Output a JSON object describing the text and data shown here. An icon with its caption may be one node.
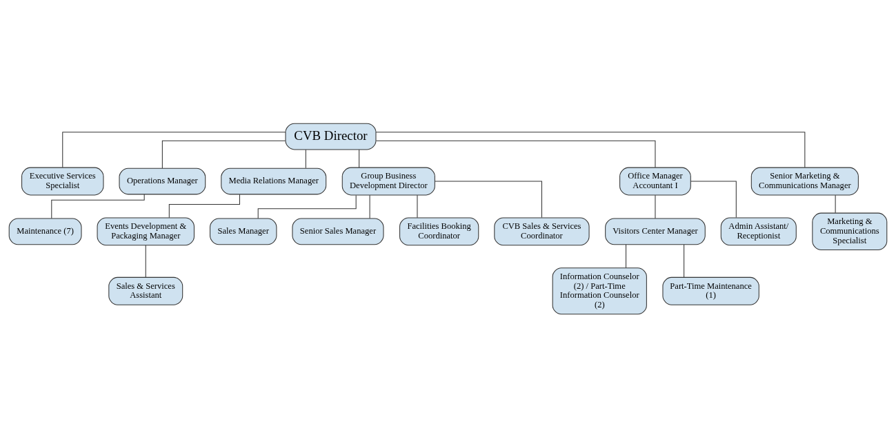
{
  "diagram": {
    "nodes": [
      {
        "text": [
          "CVB Director"
        ]
      },
      {
        "text": [
          "Executive Services Specialist"
        ]
      },
      {
        "text": [
          "Operations Manager"
        ]
      },
      {
        "text": [
          "Maintenance (7)"
        ]
      },
      {
        "text": [
          "Media Relations Manager"
        ]
      },
      {
        "text": [
          "Events Development & Packaging Manager"
        ]
      },
      {
        "text": [
          "Sales & Services Assistant"
        ]
      },
      {
        "text": [
          "Group Business Development Director"
        ]
      },
      {
        "text": [
          "Sales Manager"
        ]
      },
      {
        "text": [
          "Senior Sales Manager"
        ]
      },
      {
        "text": [
          "Facilities Booking Coordinator"
        ]
      },
      {
        "text": [
          "CVB Sales & Services Coordinator"
        ]
      },
      {
        "text": [
          "Office Manager Accountant I"
        ]
      },
      {
        "text": [
          "Visitors Center Manager"
        ]
      },
      {
        "text": [
          "Admin Assistant/ Receptionist"
        ]
      },
      {
        "text": [
          "Information Counselor (2) / Part-Time Information Counselor (2)"
        ]
      },
      {
        "text": [
          "Part-Time Maintenance (1)"
        ]
      },
      {
        "text": [
          "Senior Marketing & Communications Manager"
        ]
      },
      {
        "text": [
          "Marketing & Communications Specialist"
        ]
      }
    ],
    "edges": [
      {
        "from": 0,
        "to": 1,
        "arrow": "none"
      },
      {
        "from": 0,
        "to": 2,
        "arrow": "none"
      },
      {
        "from": 0,
        "to": 4,
        "arrow": "none"
      },
      {
        "from": 0,
        "to": 7,
        "arrow": "none"
      },
      {
        "from": 0,
        "to": 12,
        "arrow": "none"
      },
      {
        "from": 0,
        "to": 17,
        "arrow": "none"
      },
      {
        "from": 2,
        "to": 3,
        "arrow": "none"
      },
      {
        "from": 4,
        "to": 5,
        "arrow": "none"
      },
      {
        "from": 5,
        "to": 6,
        "arrow": "none"
      },
      {
        "from": 7,
        "to": 8,
        "arrow": "none"
      },
      {
        "from": 7,
        "to": 9,
        "arrow": "none"
      },
      {
        "from": 7,
        "to": 10,
        "arrow": "none"
      },
      {
        "from": 7,
        "to": 11,
        "arrow": "none"
      },
      {
        "from": 12,
        "to": 13,
        "arrow": "none"
      },
      {
        "from": 12,
        "to": 14,
        "arrow": "none"
      },
      {
        "from": 13,
        "to": 15,
        "arrow": "none"
      },
      {
        "from": 13,
        "to": 16,
        "arrow": "none"
      },
      {
        "from": 17,
        "to": 18,
        "arrow": "none"
      }
    ]
  }
}
